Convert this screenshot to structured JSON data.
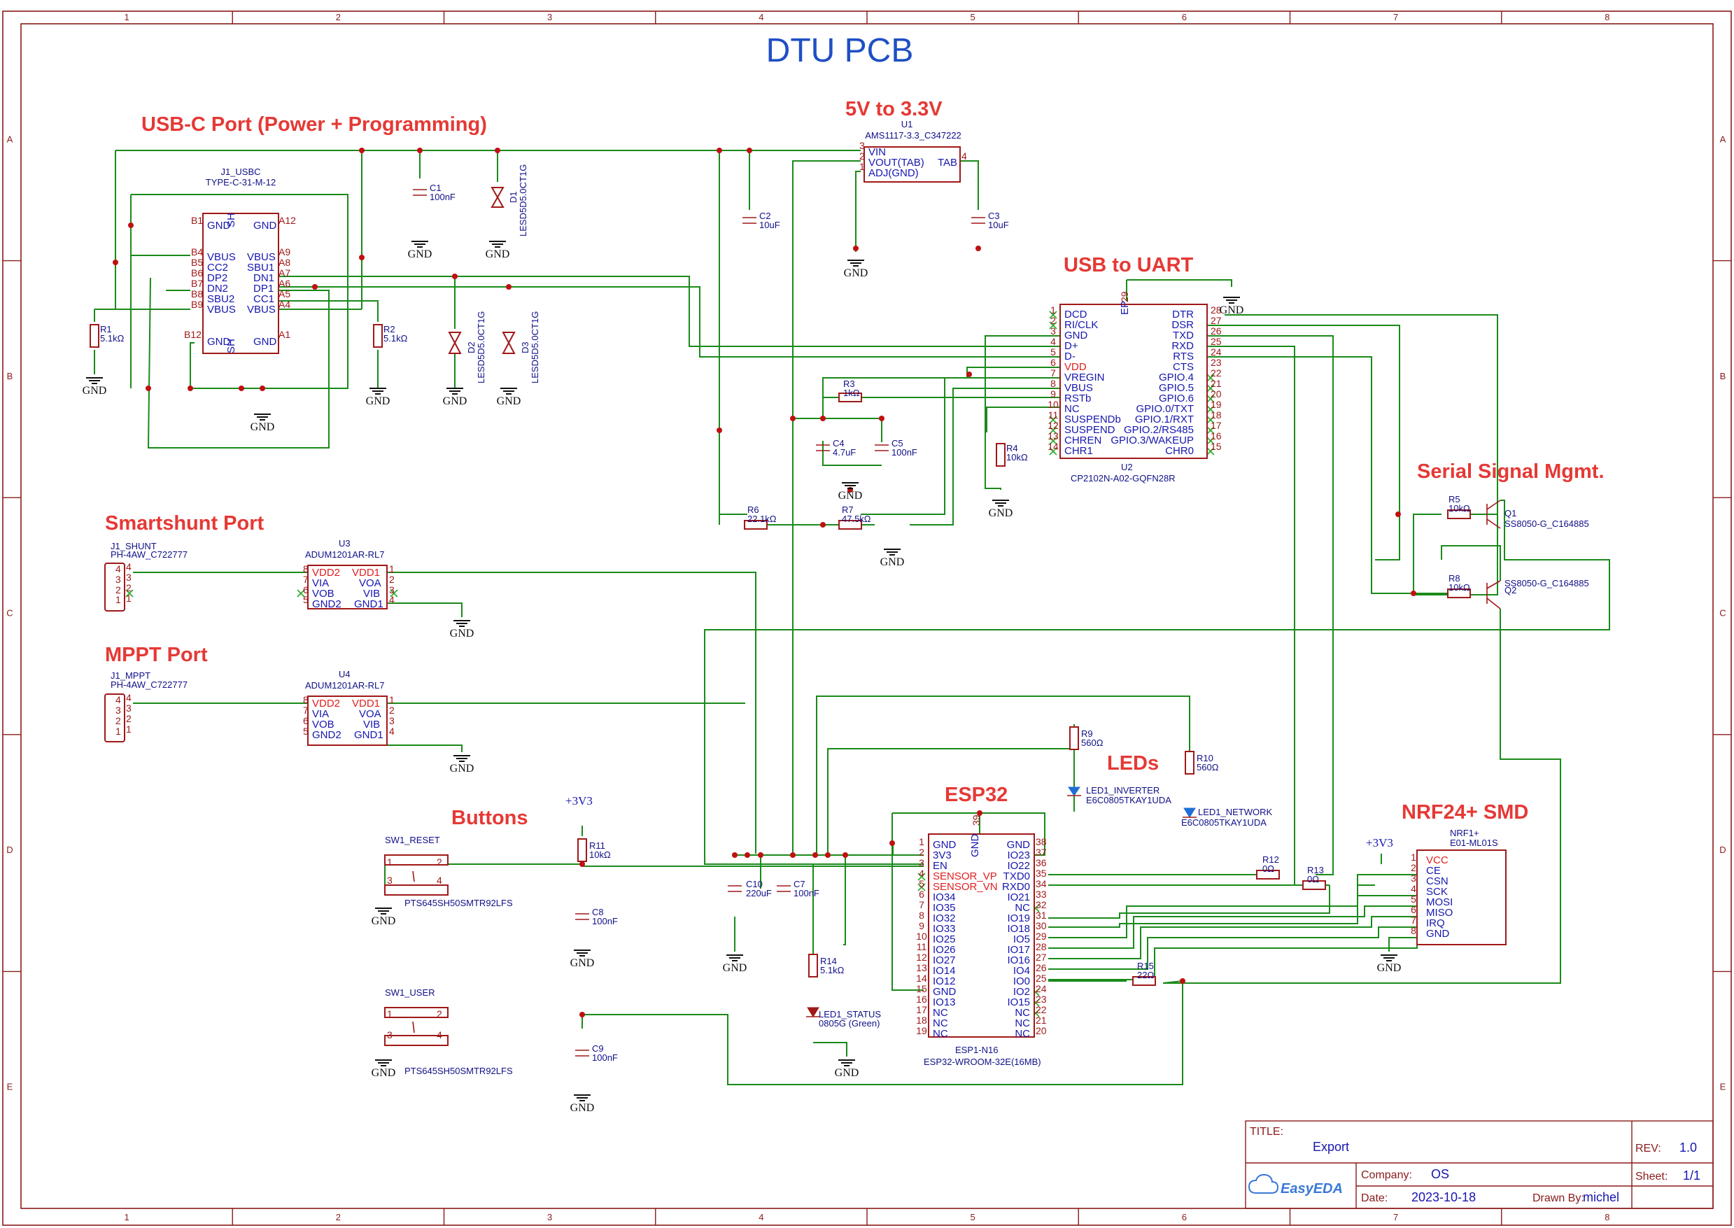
{
  "title": "DTU PCB",
  "frame": {
    "columns": [
      "1",
      "2",
      "3",
      "4",
      "5",
      "6",
      "7",
      "8"
    ],
    "rows": [
      "A",
      "B",
      "C",
      "D",
      "E"
    ]
  },
  "sections": {
    "usbc": "USB-C Port (Power + Programming)",
    "reg": "5V to 3.3V",
    "uart": "USB to UART",
    "serial": "Serial Signal Mgmt.",
    "shunt": "Smartshunt Port",
    "mppt": "MPPT Port",
    "buttons": "Buttons",
    "esp": "ESP32",
    "leds": "LEDs",
    "nrf": "NRF24+ SMD"
  },
  "gnd_label": "GND",
  "v33_label": "+3V3",
  "components": {
    "j1usbc": {
      "ref": "J1_USBC",
      "part": "TYPE-C-31-M-12"
    },
    "u1": {
      "ref": "U1",
      "part": "AMS1117-3.3_C347222",
      "pins_left": [
        "VIN",
        "VOUT(TAB)",
        "ADJ(GND)"
      ],
      "pin_right": "TAB"
    },
    "u2": {
      "ref": "U2",
      "part": "CP2102N-A02-GQFN28R",
      "ep": "EP"
    },
    "u3": {
      "ref": "U3",
      "part": "ADUM1201AR-RL7"
    },
    "u4": {
      "ref": "U4",
      "part": "ADUM1201AR-RL7"
    },
    "jshunt": {
      "ref": "J1_SHUNT",
      "part": "PH-4AW_C722777"
    },
    "jmppt": {
      "ref": "J1_MPPT",
      "part": "PH-4AW_C722777"
    },
    "esp1": {
      "ref": "ESP1-N16",
      "part": "ESP32-WROOM-32E(16MB)"
    },
    "nrf1": {
      "ref": "NRF1+",
      "part": "E01-ML01S"
    },
    "q1": {
      "ref": "Q1",
      "part": "SS8050-G_C164885"
    },
    "q2": {
      "ref": "Q2",
      "part": "SS8050-G_C164885"
    },
    "sw_reset": {
      "ref": "SW1_RESET",
      "part": "PTS645SH50SMTR92LFS"
    },
    "sw_user": {
      "ref": "SW1_USER",
      "part": "PTS645SH50SMTR92LFS"
    },
    "led_inv": {
      "ref": "LED1_INVERTER",
      "part": "E6C0805TKAY1UDA"
    },
    "led_net": {
      "ref": "LED1_NETWORK",
      "part": "E6C0805TKAY1UDA"
    },
    "led_status": {
      "ref": "LED1_STATUS",
      "part": "0805G (Green)"
    },
    "d1": {
      "ref": "D1",
      "part": "LESD5D5.0CT1G"
    },
    "d2": {
      "ref": "D2",
      "part": "LESD5D5.0CT1G"
    },
    "d3": {
      "ref": "D3",
      "part": "LESD5D5.0CT1G"
    }
  },
  "passives": {
    "r1": [
      "R1",
      "5.1kΩ"
    ],
    "r2": [
      "R2",
      "5.1kΩ"
    ],
    "r3": [
      "R3",
      "1kΩ"
    ],
    "r4": [
      "R4",
      "10kΩ"
    ],
    "r5": [
      "R5",
      "10kΩ"
    ],
    "r6": [
      "R6",
      "22.1kΩ"
    ],
    "r7": [
      "R7",
      "47.5kΩ"
    ],
    "r8": [
      "R8",
      "10kΩ"
    ],
    "r9": [
      "R9",
      "560Ω"
    ],
    "r10": [
      "R10",
      "560Ω"
    ],
    "r11": [
      "R11",
      "10kΩ"
    ],
    "r12": [
      "R12",
      "0Ω"
    ],
    "r13": [
      "R13",
      "0Ω"
    ],
    "r14": [
      "R14",
      "5.1kΩ"
    ],
    "r15": [
      "R15",
      "22Ω"
    ],
    "c1": [
      "C1",
      "100nF"
    ],
    "c2": [
      "C2",
      "10uF"
    ],
    "c3": [
      "C3",
      "10uF"
    ],
    "c4": [
      "C4",
      "4.7uF"
    ],
    "c5": [
      "C5",
      "100nF"
    ],
    "c7": [
      "C7",
      "100nF"
    ],
    "c8": [
      "C8",
      "100nF"
    ],
    "c9": [
      "C9",
      "100nF"
    ],
    "c10": [
      "C10",
      "220uF"
    ]
  },
  "titleblock": {
    "title_label": "TITLE:",
    "title": "Export",
    "rev_label": "REV:",
    "rev": "1.0",
    "company_label": "Company:",
    "company": "OS",
    "sheet_label": "Sheet:",
    "sheet": "1/1",
    "date_label": "Date:",
    "date": "2023-10-18",
    "drawn_label": "Drawn By:",
    "drawn": "michel",
    "brand": "EasyEDA"
  },
  "colors": {
    "frame": "#8a1a1a",
    "wire": "#1a8a1a",
    "title": "#1f4fc4",
    "header": "#e53935",
    "pin": "#1616b0"
  }
}
